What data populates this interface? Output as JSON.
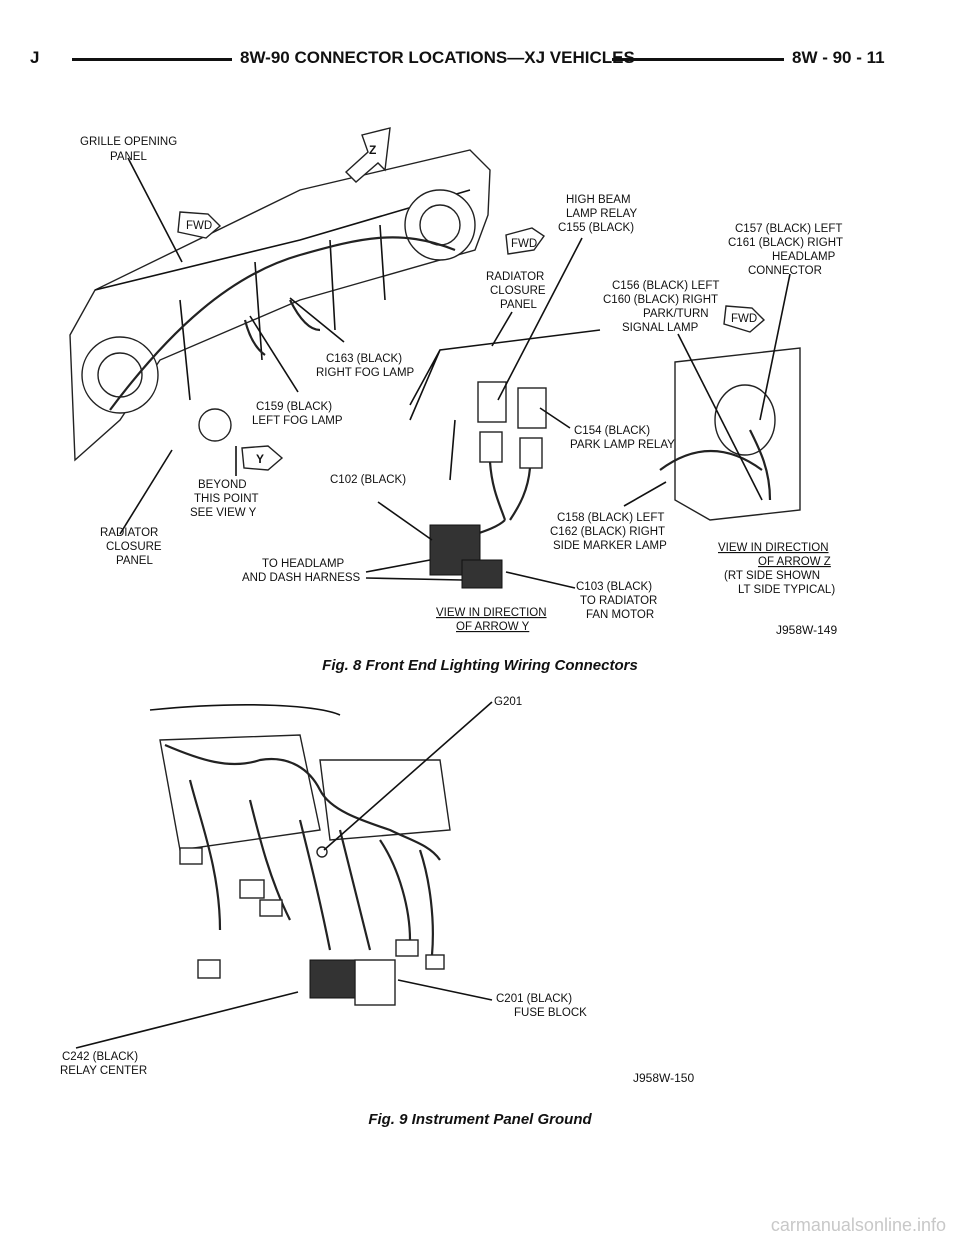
{
  "header": {
    "left": "J",
    "title": "8W-90 CONNECTOR LOCATIONS—XJ VEHICLES",
    "page": "8W - 90 - 11"
  },
  "fig8": {
    "caption": "Fig. 8 Front End Lighting Wiring Connectors",
    "code": "J958W-149",
    "labels": {
      "grille_l1": "GRILLE OPENING",
      "grille_l2": "PANEL",
      "z_letter": "Z",
      "y_letter": "Y",
      "fwd": "FWD",
      "hb_l1": "HIGH BEAM",
      "hb_l2": "LAMP RELAY",
      "hb_l3": "C155 (BLACK)",
      "c157_l1": "C157 (BLACK) LEFT",
      "c157_l2": "C161 (BLACK) RIGHT",
      "c157_l3": "HEADLAMP",
      "c157_l4": "CONNECTOR",
      "rcp_l1": "RADIATOR",
      "rcp_l2": "CLOSURE",
      "rcp_l3": "PANEL",
      "c156_l1": "C156 (BLACK) LEFT",
      "c156_l2": "C160 (BLACK) RIGHT",
      "c156_l3": "PARK/TURN",
      "c156_l4": "SIGNAL LAMP",
      "c163_l1": "C163 (BLACK)",
      "c163_l2": "RIGHT FOG LAMP",
      "c159_l1": "C159 (BLACK)",
      "c159_l2": "LEFT FOG LAMP",
      "c154_l1": "C154 (BLACK)",
      "c154_l2": "PARK LAMP RELAY",
      "beyond_l1": "BEYOND",
      "beyond_l2": "THIS POINT",
      "beyond_l3": "SEE VIEW Y",
      "c102": "C102 (BLACK)",
      "c158_l1": "C158 (BLACK) LEFT",
      "c158_l2": "C162 (BLACK) RIGHT",
      "c158_l3": "SIDE MARKER LAMP",
      "rcp2_l1": "RADIATOR",
      "rcp2_l2": "CLOSURE",
      "rcp2_l3": "PANEL",
      "th_l1": "TO HEADLAMP",
      "th_l2": "AND DASH HARNESS",
      "vz_l1": "VIEW IN DIRECTION",
      "vz_l2": "OF ARROW Z",
      "vz_l3": "(RT SIDE SHOWN",
      "vz_l4": "LT SIDE TYPICAL)",
      "c103_l1": "C103 (BLACK)",
      "c103_l2": "TO RADIATOR",
      "c103_l3": "FAN MOTOR",
      "vy_l1": "VIEW IN DIRECTION",
      "vy_l2": "OF ARROW Y"
    }
  },
  "fig9": {
    "caption": "Fig. 9 Instrument Panel Ground",
    "code": "J958W-150",
    "labels": {
      "g201": "G201",
      "c201_l1": "C201 (BLACK)",
      "c201_l2": "FUSE BLOCK",
      "c242_l1": "C242 (BLACK)",
      "c242_l2": "RELAY CENTER"
    }
  },
  "footer": "carmanualsonline.info"
}
